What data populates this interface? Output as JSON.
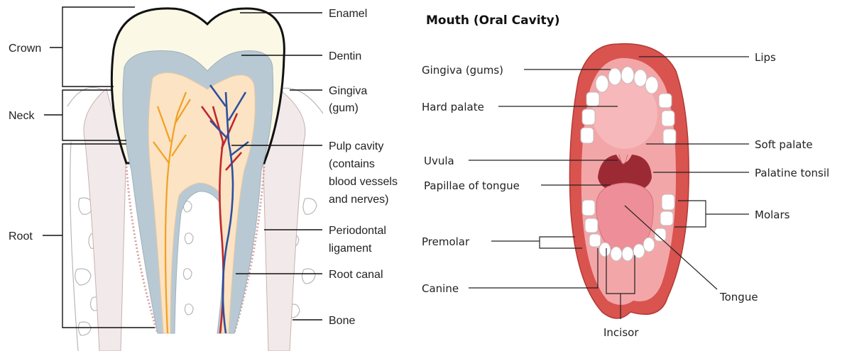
{
  "tooth": {
    "left_labels": {
      "crown": "Crown",
      "neck": "Neck",
      "root": "Root"
    },
    "right_labels": {
      "enamel": "Enamel",
      "dentin": "Dentin",
      "gingiva": [
        "Gingiva",
        "(gum)"
      ],
      "pulp_cavity": [
        "Pulp cavity",
        "(contains",
        "blood vessels",
        "and nerves)"
      ],
      "periodontal": [
        "Periodontal",
        "ligament"
      ],
      "root_canal": "Root canal",
      "bone": "Bone"
    },
    "colors": {
      "enamel": "#fbf8e6",
      "dentin": "#b8c9d4",
      "pulp": "#fbe3c4",
      "artery": "#c0282a",
      "vein": "#2e4fa0",
      "nerve": "#f2a020",
      "gum": "#f0e4e4"
    }
  },
  "mouth": {
    "title": "Mouth (Oral Cavity)",
    "labels": {
      "lips": "Lips",
      "gingiva": "Gingiva (gums)",
      "hard_palate": "Hard palate",
      "soft_palate": "Soft palate",
      "uvula": "Uvula",
      "palatine_tonsil": "Palatine tonsil",
      "papillae": "Papillae of tongue",
      "molars": "Molars",
      "premolar": "Premolar",
      "canine": "Canine",
      "tongue": "Tongue",
      "incisor": "Incisor"
    },
    "colors": {
      "lips": "#d9534f",
      "cavity": "#f3a6a8",
      "throat": "#9c2a35",
      "tongue": "#ee8e98",
      "teeth": "#ffffff"
    }
  }
}
